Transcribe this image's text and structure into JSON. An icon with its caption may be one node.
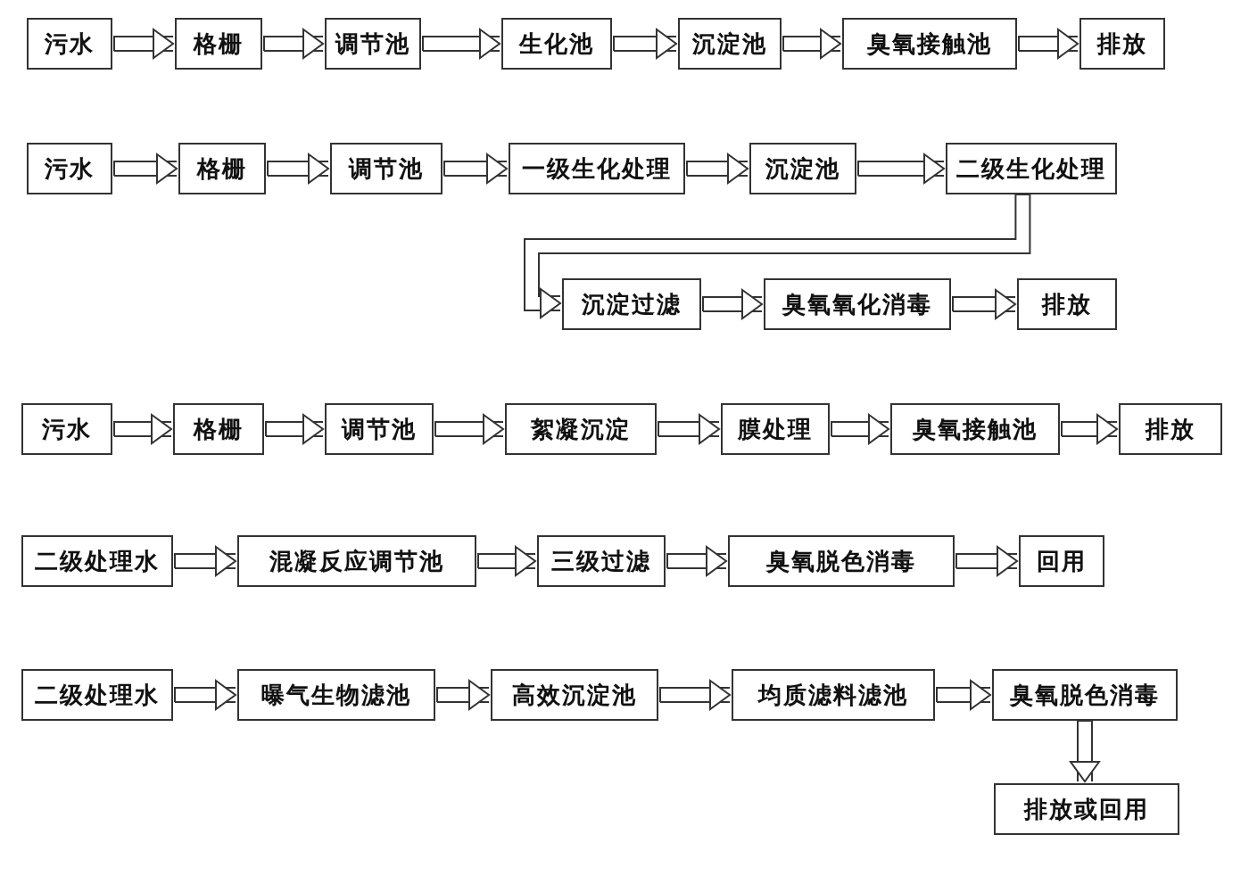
{
  "diagram": {
    "nodes": [
      {
        "text": [
          "污水"
        ]
      },
      {
        "text": [
          "格栅"
        ]
      },
      {
        "text": [
          "调节池"
        ]
      },
      {
        "text": [
          "生化池"
        ]
      },
      {
        "text": [
          "沉淀池"
        ]
      },
      {
        "text": [
          "臭氧接触池"
        ]
      },
      {
        "text": [
          "排放"
        ]
      },
      {
        "text": [
          "污水"
        ]
      },
      {
        "text": [
          "格栅"
        ]
      },
      {
        "text": [
          "调节池"
        ]
      },
      {
        "text": [
          "一级生化处理"
        ]
      },
      {
        "text": [
          "沉淀池"
        ]
      },
      {
        "text": [
          "二级生化处理"
        ]
      },
      {
        "text": [
          "沉淀过滤"
        ]
      },
      {
        "text": [
          "臭氧氧化消毒"
        ]
      },
      {
        "text": [
          "排放"
        ]
      },
      {
        "text": [
          "污水"
        ]
      },
      {
        "text": [
          "格栅"
        ]
      },
      {
        "text": [
          "调节池"
        ]
      },
      {
        "text": [
          "絮凝沉淀"
        ]
      },
      {
        "text": [
          "膜处理"
        ]
      },
      {
        "text": [
          "臭氧接触池"
        ]
      },
      {
        "text": [
          "排放"
        ]
      },
      {
        "text": [
          "二级处理水"
        ]
      },
      {
        "text": [
          "混凝反应调节池"
        ]
      },
      {
        "text": [
          "三级过滤"
        ]
      },
      {
        "text": [
          "臭氧脱色消毒"
        ]
      },
      {
        "text": [
          "回用"
        ]
      },
      {
        "text": [
          "二级处理水"
        ]
      },
      {
        "text": [
          "曝气生物滤池"
        ]
      },
      {
        "text": [
          "高效沉淀池"
        ]
      },
      {
        "text": [
          "均质滤料滤池"
        ]
      },
      {
        "text": [
          "臭氧脱色消毒"
        ]
      },
      {
        "text": [
          "排放或回用"
        ]
      }
    ],
    "edges": [
      {
        "from": 0,
        "to": 1,
        "arrow": "to"
      },
      {
        "from": 1,
        "to": 2,
        "arrow": "to"
      },
      {
        "from": 2,
        "to": 3,
        "arrow": "to"
      },
      {
        "from": 3,
        "to": 4,
        "arrow": "to"
      },
      {
        "from": 4,
        "to": 5,
        "arrow": "to"
      },
      {
        "from": 5,
        "to": 6,
        "arrow": "to"
      },
      {
        "from": 7,
        "to": 8,
        "arrow": "to"
      },
      {
        "from": 8,
        "to": 9,
        "arrow": "to"
      },
      {
        "from": 9,
        "to": 10,
        "arrow": "to"
      },
      {
        "from": 10,
        "to": 11,
        "arrow": "to"
      },
      {
        "from": 11,
        "to": 12,
        "arrow": "to"
      },
      {
        "from": 12,
        "to": 13,
        "arrow": "to"
      },
      {
        "from": 13,
        "to": 14,
        "arrow": "to"
      },
      {
        "from": 14,
        "to": 15,
        "arrow": "to"
      },
      {
        "from": 16,
        "to": 17,
        "arrow": "to"
      },
      {
        "from": 17,
        "to": 18,
        "arrow": "to"
      },
      {
        "from": 18,
        "to": 19,
        "arrow": "to"
      },
      {
        "from": 19,
        "to": 20,
        "arrow": "to"
      },
      {
        "from": 20,
        "to": 21,
        "arrow": "to"
      },
      {
        "from": 21,
        "to": 22,
        "arrow": "to"
      },
      {
        "from": 23,
        "to": 24,
        "arrow": "to"
      },
      {
        "from": 24,
        "to": 25,
        "arrow": "to"
      },
      {
        "from": 25,
        "to": 26,
        "arrow": "to"
      },
      {
        "from": 26,
        "to": 27,
        "arrow": "to"
      },
      {
        "from": 28,
        "to": 29,
        "arrow": "to"
      },
      {
        "from": 29,
        "to": 30,
        "arrow": "to"
      },
      {
        "from": 30,
        "to": 31,
        "arrow": "to"
      },
      {
        "from": 31,
        "to": 32,
        "arrow": "to"
      },
      {
        "from": 32,
        "to": 33,
        "arrow": "to"
      }
    ]
  }
}
